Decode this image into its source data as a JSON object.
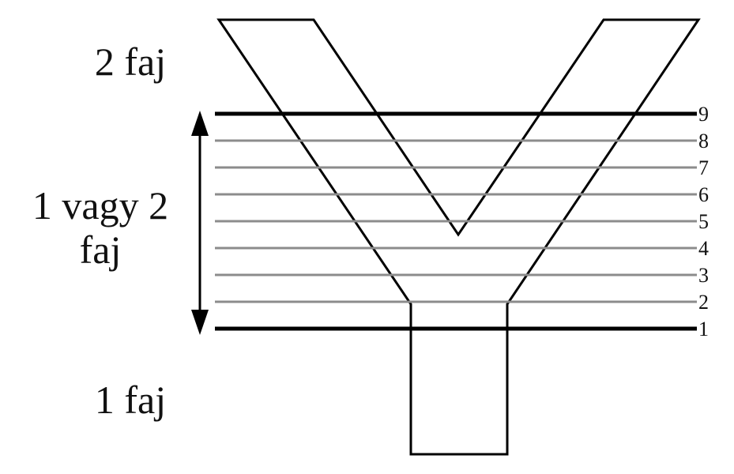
{
  "labels": {
    "top": "2 faj",
    "middle_line1": "1 vagy 2",
    "middle_line2": "faj",
    "bottom": "1 faj"
  },
  "levels": [
    "1",
    "2",
    "3",
    "4",
    "5",
    "6",
    "7",
    "8",
    "9"
  ],
  "colors": {
    "outline": "#000000",
    "boundary_line": "#000000",
    "level_line": "#8c8c8c",
    "text": "#111111"
  }
}
